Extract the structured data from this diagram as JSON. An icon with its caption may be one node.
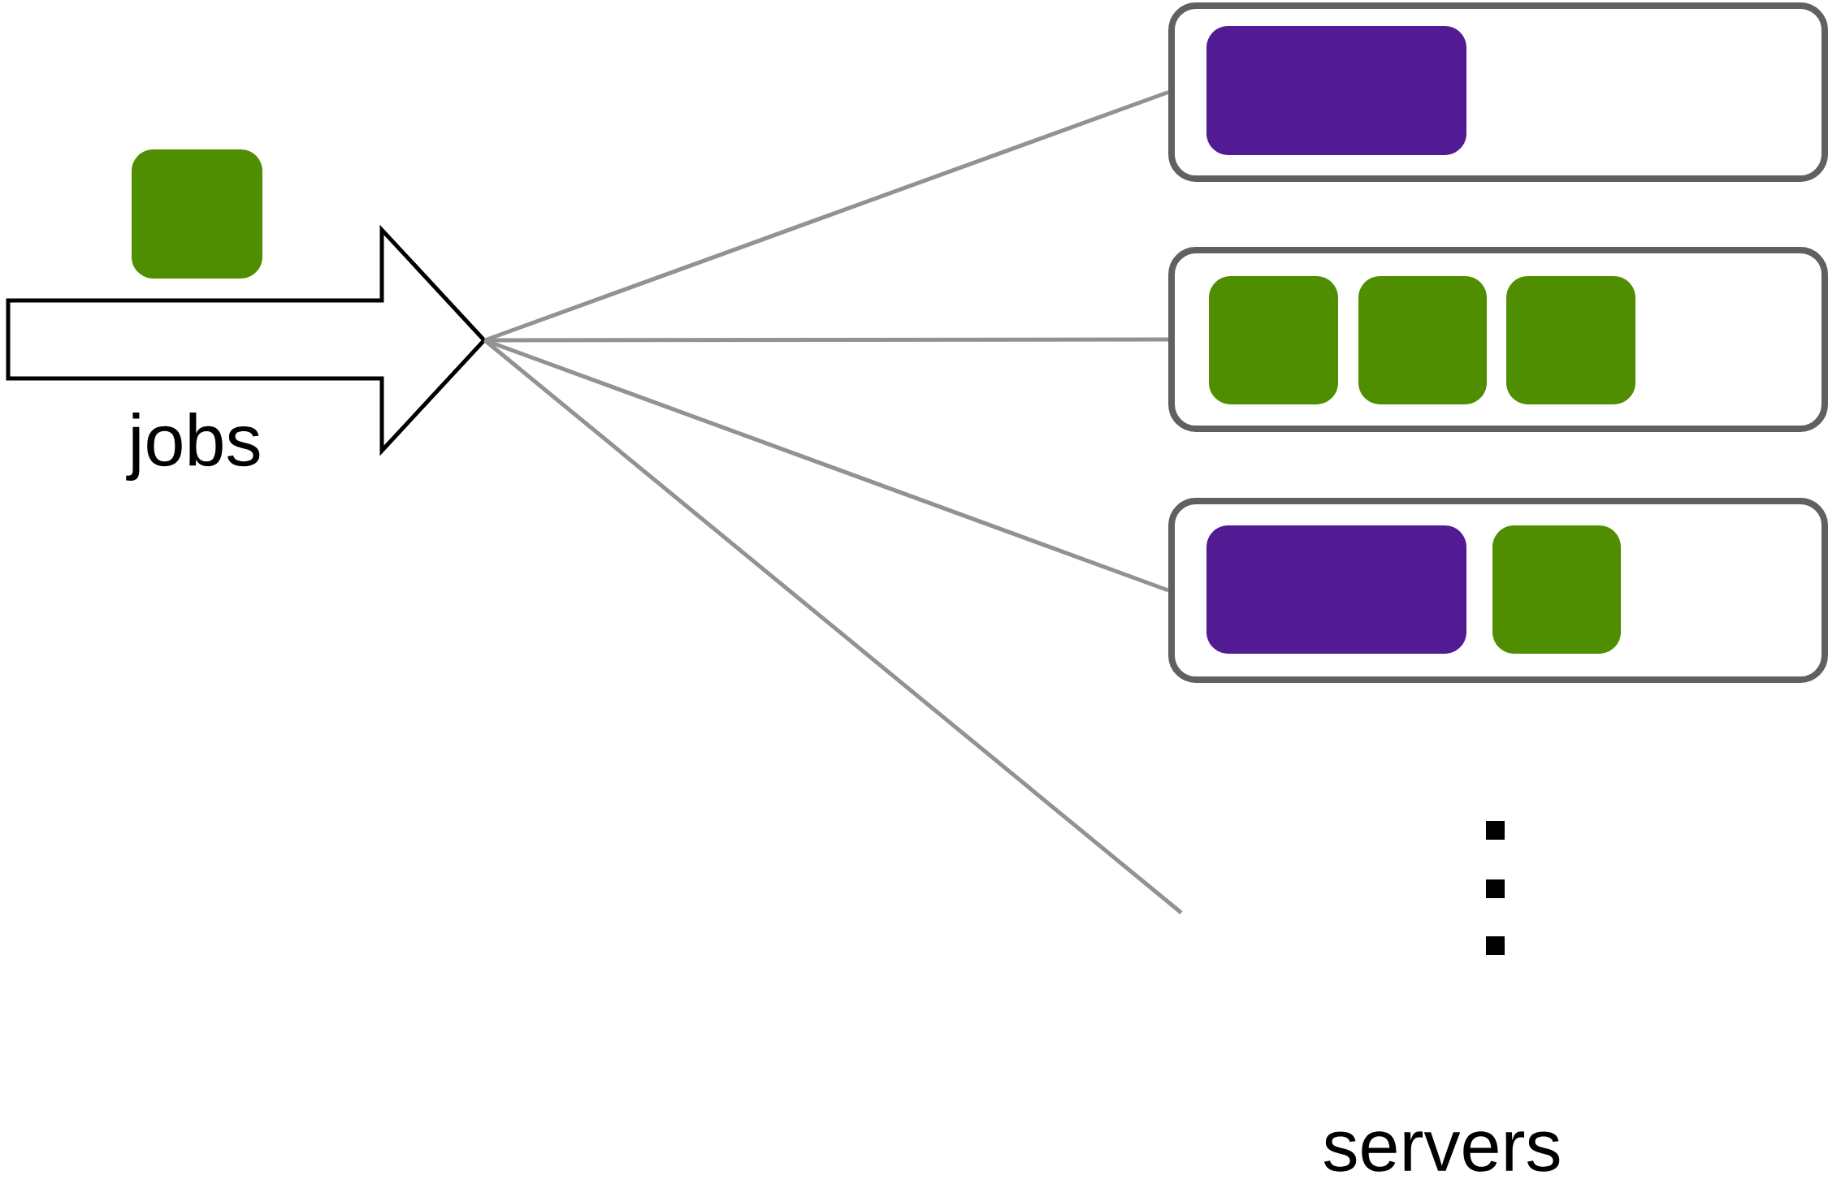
{
  "diagram": {
    "nodes": [
      {
        "text": [],
        "shape": "box"
      },
      {
        "text": [
          "jobs"
        ]
      },
      {
        "text": [],
        "shape": "box"
      },
      {
        "text": [],
        "shape": "box",
        "in": 2
      },
      {
        "text": [],
        "shape": "box"
      },
      {
        "text": [],
        "shape": "box",
        "in": 4
      },
      {
        "text": [],
        "shape": "box",
        "in": 4
      },
      {
        "text": [],
        "shape": "box",
        "in": 4
      },
      {
        "text": [],
        "shape": "box"
      },
      {
        "text": [],
        "shape": "box",
        "in": 8
      },
      {
        "text": [],
        "shape": "box",
        "in": 8
      }
    ],
    "edges": [
      {
        "from": 1,
        "to": 2,
        "arrow": "none"
      },
      {
        "from": 1,
        "to": 4,
        "arrow": "none"
      },
      {
        "from": 1,
        "to": 8,
        "arrow": "none"
      },
      {
        "from": 1,
        "to": null,
        "arrow": "none"
      }
    ],
    "labels": [
      "servers"
    ]
  }
}
